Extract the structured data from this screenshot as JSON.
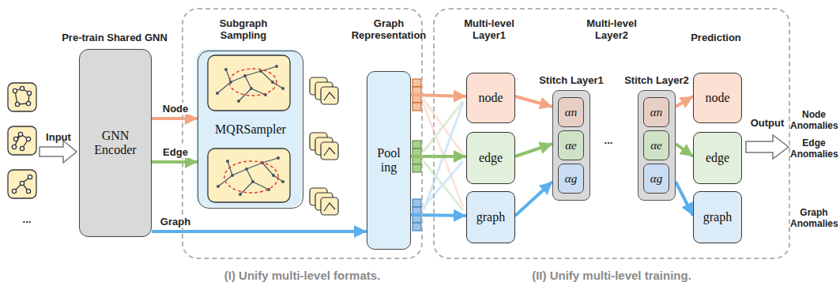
{
  "diagram": {
    "nodes": [
      {
        "text": [
          "GNN Encoder"
        ]
      },
      {
        "text": [
          "(I) Unify multi-level formats."
        ]
      },
      {
        "text": [
          "MQRSampler"
        ],
        "in": 1
      },
      {
        "text": [
          "Pool ing"
        ],
        "in": 1
      },
      {
        "text": [
          "(II) Unify multi-level training."
        ]
      },
      {
        "text": [
          "node"
        ],
        "in": 4
      },
      {
        "text": [
          "edge"
        ],
        "in": 4
      },
      {
        "text": [
          "graph"
        ],
        "in": 4
      },
      {
        "text": [
          "Stitch Layer1"
        ],
        "in": 4
      },
      {
        "text": [
          "αn"
        ],
        "in": 8
      },
      {
        "text": [
          "αe"
        ],
        "in": 8
      },
      {
        "text": [
          "αg"
        ],
        "in": 8
      },
      {
        "text": [
          "Stitch Layer2"
        ],
        "in": 4
      },
      {
        "text": [
          "αn"
        ],
        "in": 12
      },
      {
        "text": [
          "αe"
        ],
        "in": 12
      },
      {
        "text": [
          "αg"
        ],
        "in": 12
      },
      {
        "text": [
          "node"
        ],
        "in": 4
      },
      {
        "text": [
          "edge"
        ],
        "in": 4
      },
      {
        "text": [
          "graph"
        ],
        "in": 4
      }
    ],
    "edges": [
      {
        "from": 0,
        "to": 2,
        "label": "Node",
        "arrow": "to"
      },
      {
        "from": 0,
        "to": 2,
        "label": "Edge",
        "arrow": "to"
      },
      {
        "from": 0,
        "to": 3,
        "label": "Graph",
        "arrow": "to"
      },
      {
        "from": 3,
        "to": 5,
        "arrow": "to"
      },
      {
        "from": 3,
        "to": 6,
        "arrow": "to"
      },
      {
        "from": 3,
        "to": 7,
        "arrow": "to"
      },
      {
        "from": 5,
        "to": 8,
        "arrow": "to"
      },
      {
        "from": 6,
        "to": 8,
        "arrow": "to"
      },
      {
        "from": 7,
        "to": 8,
        "arrow": "to"
      },
      {
        "from": 12,
        "to": 16,
        "arrow": "to"
      },
      {
        "from": 12,
        "to": 17,
        "arrow": "to"
      },
      {
        "from": 12,
        "to": 18,
        "arrow": "to"
      }
    ],
    "labels": [
      "Pre-train Shared GNN",
      "Subgraph Sampling",
      "Graph Representation",
      "Multi-level Layer1",
      "Multi-level Layer2",
      "Prediction",
      "Input",
      "...",
      "...",
      "Output",
      "Node Anomalies",
      "Edge Anomalies",
      "Graph Anomalies"
    ]
  }
}
